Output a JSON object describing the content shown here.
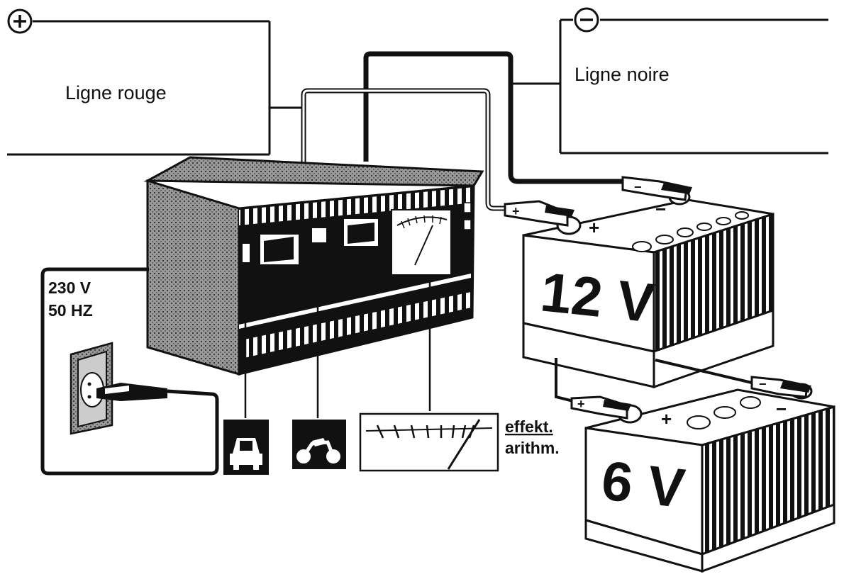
{
  "title": "",
  "labels": {
    "red_line": "Ligne rouge",
    "black_line": "Ligne noire",
    "mains_voltage": "230 V",
    "mains_frequency": "50  HZ",
    "battery_top": "12 V",
    "battery_bottom": "6 V",
    "meter_effective": "effekt.",
    "meter_arithmetic": "arithm."
  },
  "symbols": {
    "positive": "+",
    "negative": "−"
  },
  "icons": {
    "charger": "battery-charger-icon",
    "socket": "wall-socket-icon",
    "plug": "power-plug-icon",
    "car": "car-icon",
    "motorcycle": "motorcycle-icon",
    "meter": "ammeter-icon"
  },
  "colors": {
    "line": "#111111",
    "charger_side": "#8a8a8a",
    "battery_side": "#1a1a1a",
    "paper": "#ffffff"
  }
}
